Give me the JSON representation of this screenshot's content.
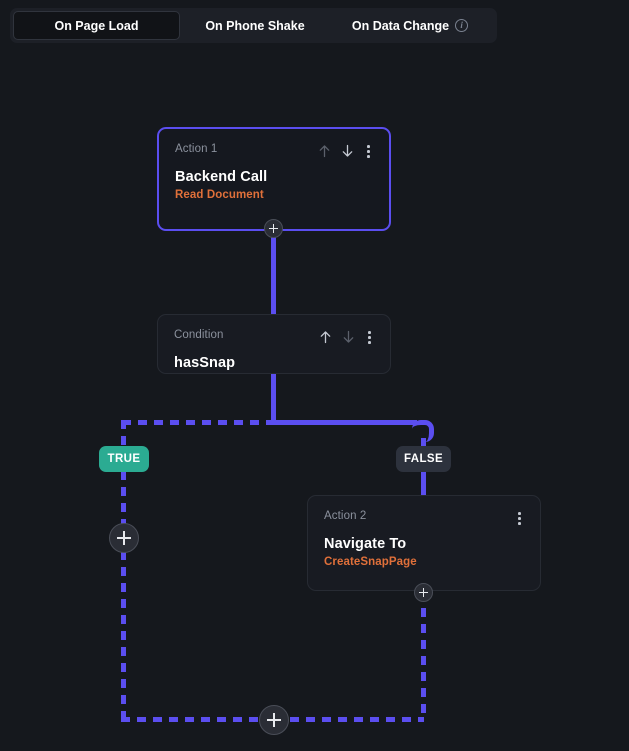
{
  "tabs": [
    {
      "label": "On Page Load",
      "active": true,
      "icon": null
    },
    {
      "label": "On Phone Shake",
      "active": false,
      "icon": null
    },
    {
      "label": "On Data Change",
      "active": false,
      "icon": "info-icon"
    }
  ],
  "nodes": {
    "action1": {
      "kind": "Action 1",
      "title": "Backend Call",
      "subtitle": "Read Document",
      "move_up_icon": "arrow-up-icon",
      "move_down_icon": "arrow-down-icon",
      "menu_icon": "kebab-menu-icon",
      "selected": true
    },
    "condition": {
      "kind": "Condition",
      "title": "hasSnap",
      "subtitle": null,
      "move_up_icon": "arrow-up-icon",
      "move_down_icon": "arrow-down-icon",
      "menu_icon": "kebab-menu-icon",
      "selected": false
    },
    "action2": {
      "kind": "Action 2",
      "title": "Navigate To",
      "subtitle": "CreateSnapPage",
      "menu_icon": "kebab-menu-icon",
      "selected": false
    }
  },
  "branches": {
    "true_label": "TRUE",
    "false_label": "FALSE"
  },
  "add_buttons": {
    "after_action1": "+",
    "true_branch": "+",
    "after_action2": "+",
    "merge": "+"
  },
  "colors": {
    "page_background": "#15181d",
    "card_background": "#181b22",
    "selected_border": "#5b4ef0",
    "connector": "#5b4ef0",
    "subtitle_accent": "#e0703a",
    "true_badge": "#2bab92",
    "false_badge": "#2d323d",
    "tabbar_background": "#1d2027",
    "active_tab_background": "#111317"
  }
}
